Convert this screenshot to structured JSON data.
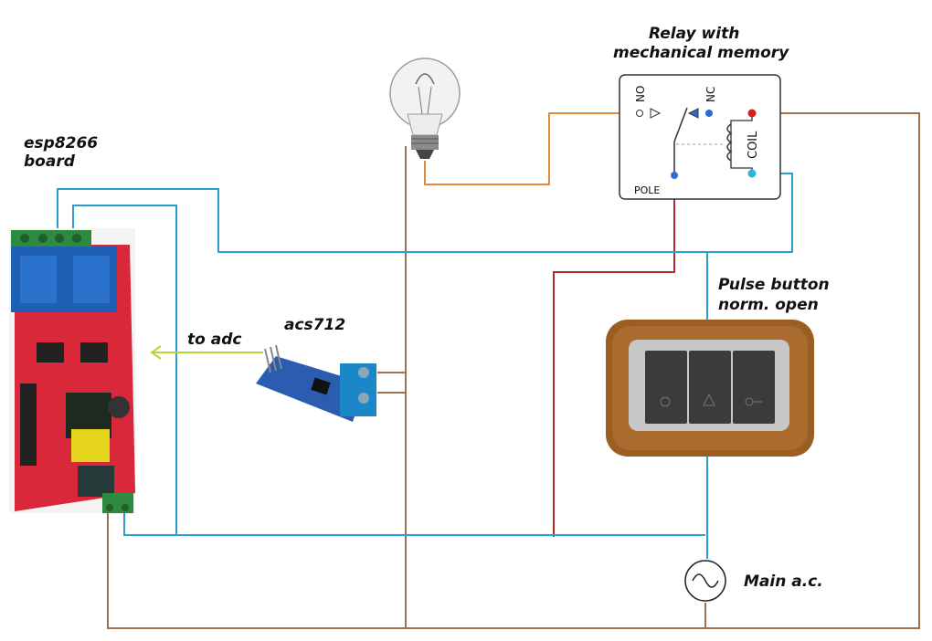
{
  "labels": {
    "esp_line1": "esp8266",
    "esp_line2": "board",
    "relay_line1": "Relay with",
    "relay_line2": "mechanical memory",
    "to_adc": "to adc",
    "acs": "acs712",
    "pulse_line1": "Pulse button",
    "pulse_line2": "norm. open",
    "mains": "Main a.c."
  },
  "relay_box": {
    "no": "NO",
    "nc": "NC",
    "coil": "COIL",
    "pole": "POLE"
  },
  "colors": {
    "blue_wire": "#2b9fd0",
    "brown_wire": "#a06f4e",
    "orange_wire": "#e08a3c",
    "red_wire": "#b32a2a",
    "adc_arrow": "#b6d43a",
    "board_red": "#d8283a",
    "relay_blue": "#1e5fb4",
    "terminal_green": "#2d8a3e",
    "acs_blue": "#2a5db0",
    "wood": "#9a5e22",
    "switch_dark": "#3a3b3d"
  }
}
